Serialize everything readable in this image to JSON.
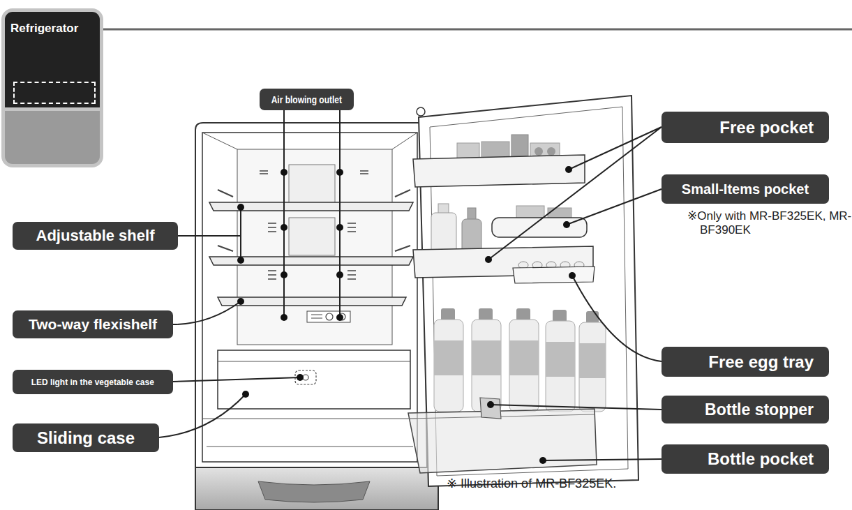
{
  "diagram": {
    "nodes": [
      {
        "text": [
          "Refrigerator"
        ]
      },
      {
        "text": [
          "Air blowing outlet"
        ]
      },
      {
        "text": [
          "Free pocket"
        ]
      },
      {
        "text": [
          "Small-Items pocket"
        ]
      },
      {
        "text": [
          "Adjustable shelf"
        ]
      },
      {
        "text": [
          "Two-way flexishelf"
        ]
      },
      {
        "text": [
          "Free egg tray"
        ]
      },
      {
        "text": [
          "LED light in the vegetable case"
        ]
      },
      {
        "text": [
          "Sliding case"
        ]
      },
      {
        "text": [
          "Bottle stopper"
        ]
      },
      {
        "text": [
          "Bottle pocket"
        ]
      }
    ],
    "labels": [
      "※Only with MR-BF325EK, MR-BF390EK",
      "※ Illustration of MR-BF325EK."
    ]
  }
}
